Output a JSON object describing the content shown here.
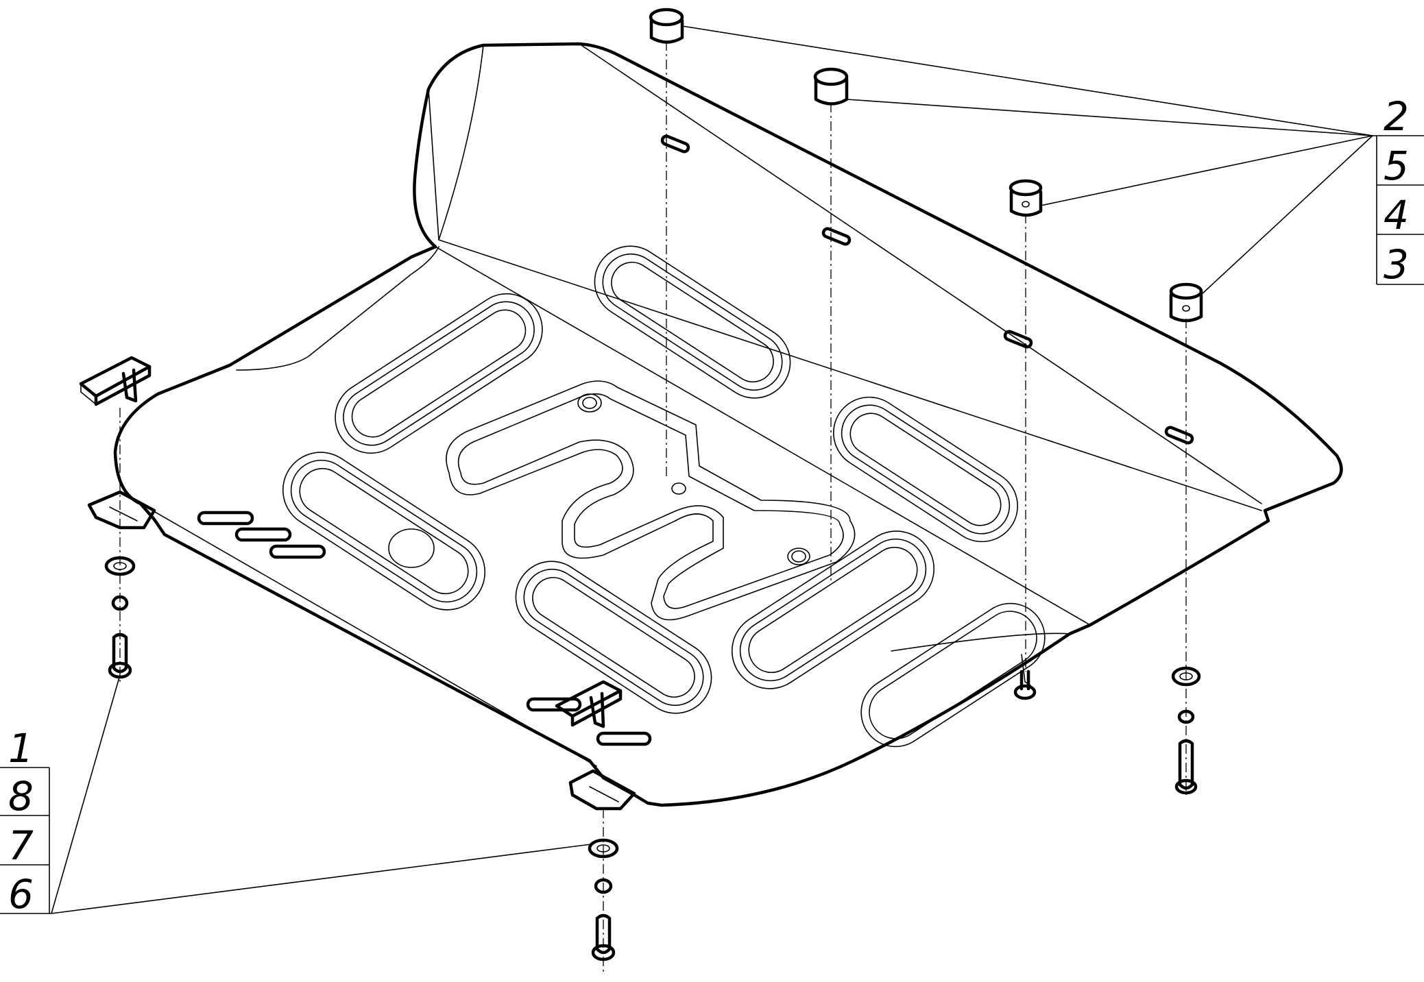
{
  "callouts": {
    "right_group": [
      "2",
      "5",
      "4",
      "3"
    ],
    "left_group": [
      "1",
      "8",
      "7",
      "6"
    ]
  }
}
